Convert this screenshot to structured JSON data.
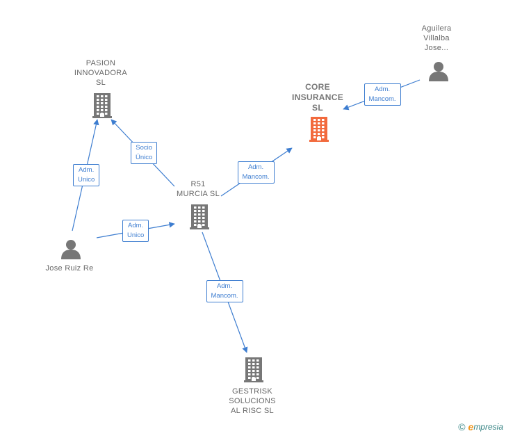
{
  "nodes": [
    {
      "id": "pasion",
      "type": "company",
      "label": "PASION\nINNOVADORA\nSL",
      "focus": false
    },
    {
      "id": "core",
      "type": "company",
      "label": "CORE\nINSURANCE\nSL",
      "focus": true
    },
    {
      "id": "aguilera",
      "type": "person",
      "label": "Aguilera\nVillalba\nJose...",
      "focus": false
    },
    {
      "id": "r51",
      "type": "company",
      "label": "R51\nMURCIA SL",
      "focus": false
    },
    {
      "id": "jose",
      "type": "person",
      "label": "Jose Ruiz Re",
      "focus": false
    },
    {
      "id": "gestrisk",
      "type": "company",
      "label": "GESTRISK\nSOLUCIONS\nAL RISC SL",
      "focus": false
    }
  ],
  "edges": [
    {
      "from": "jose",
      "to": "pasion",
      "label": "Adm.\nUnico"
    },
    {
      "from": "r51",
      "to": "pasion",
      "label": "Socio\nÚnico"
    },
    {
      "from": "r51",
      "to": "core",
      "label": "Adm.\nMancom."
    },
    {
      "from": "aguilera",
      "to": "core",
      "label": "Adm.\nMancom."
    },
    {
      "from": "jose",
      "to": "r51",
      "label": "Adm.\nUnico"
    },
    {
      "from": "r51",
      "to": "gestrisk",
      "label": "Adm.\nMancom."
    }
  ],
  "colors": {
    "edge": "#3d7dd0",
    "node": "#777777",
    "focus": "#f26a3d"
  },
  "icons": {
    "company": "building-icon",
    "person": "person-icon"
  },
  "footer": {
    "copyright": "©",
    "brand_initial": "e",
    "brand_rest": "mpresia"
  }
}
